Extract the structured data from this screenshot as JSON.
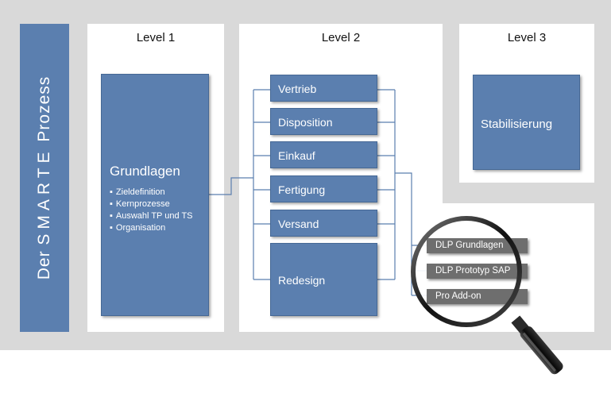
{
  "sidebar": {
    "prefix": "Der",
    "title": "SMARTE",
    "suffix": "Prozess"
  },
  "levels": {
    "level1": "Level 1",
    "level2": "Level 2",
    "level3": "Level 3"
  },
  "grundlagen": {
    "title": "Grundlagen",
    "items": [
      "Zieldefinition",
      "Kernprozesse",
      "Auswahl TP und TS",
      "Organisation"
    ]
  },
  "level2_boxes": [
    "Vertrieb",
    "Disposition",
    "Einkauf",
    "Fertigung",
    "Versand",
    "Redesign"
  ],
  "level3_box": "Stabilisierung",
  "detail_items": [
    "DLP Grundlagen",
    "DLP Prototyp SAP",
    "Pro Add-on"
  ],
  "colors": {
    "box_blue": "#5b7faf",
    "background_grey": "#d9d9d9",
    "tag_grey": "#6e6e6e"
  }
}
